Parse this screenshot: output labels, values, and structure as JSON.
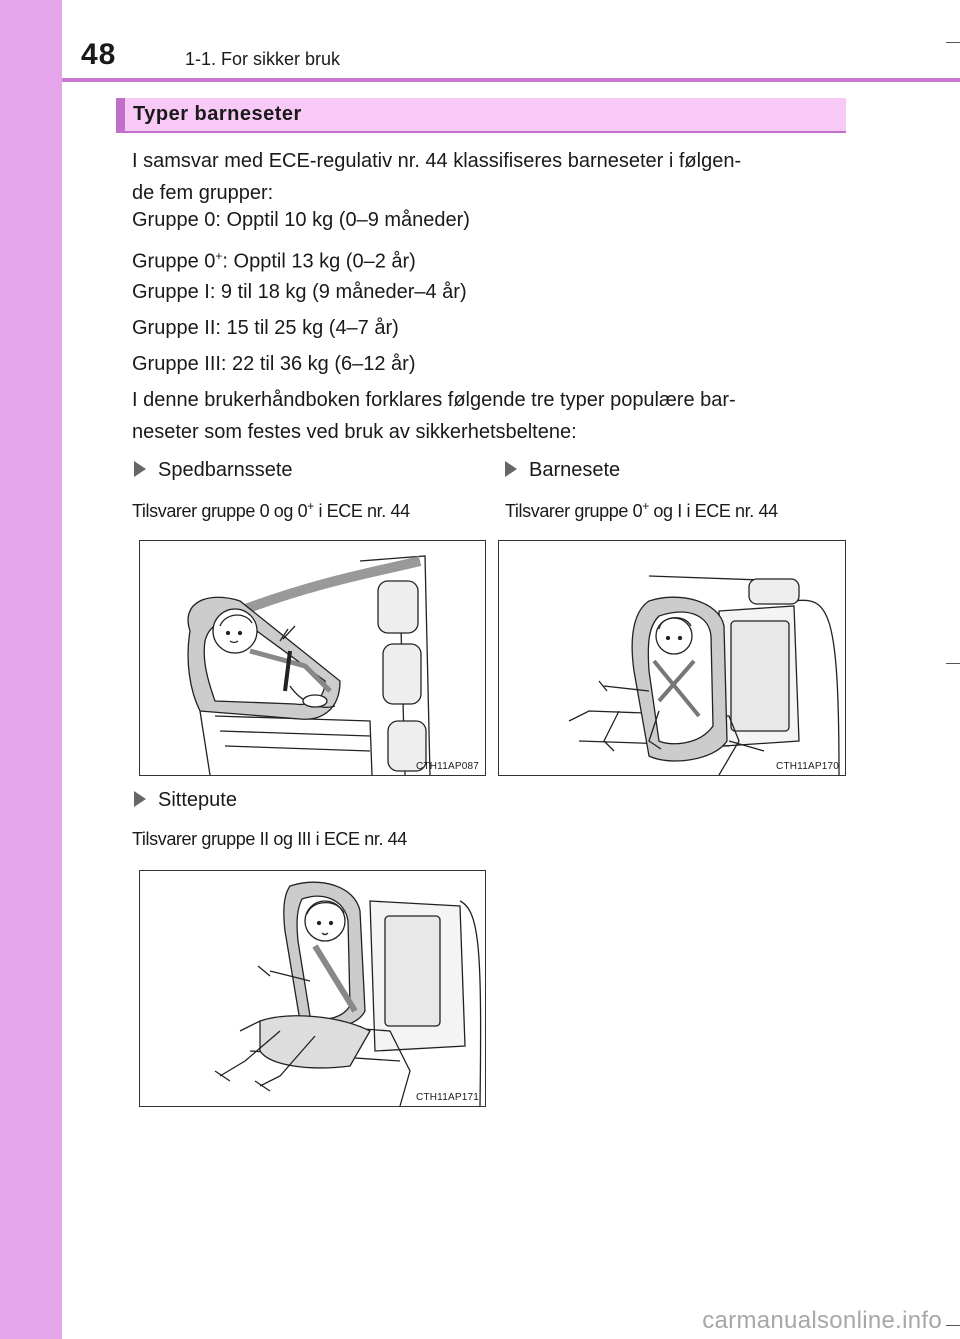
{
  "header": {
    "page_number": "48",
    "chapter": "1-1. For sikker bruk"
  },
  "section": {
    "title": "Typer barneseter"
  },
  "intro": {
    "line1": "I samsvar med ECE-regulativ nr. 44 klassifiseres barneseter i følgen-",
    "line2": "de fem grupper:"
  },
  "groups": {
    "g0": "Gruppe 0: Opptil 10 kg (0–9 måneder)",
    "g0plus_a": "Gruppe 0",
    "g0plus_sup": "+",
    "g0plus_b": ": Opptil 13 kg (0–2 år)",
    "g1": "Gruppe I: 9 til 18 kg (9 måneder–4 år)",
    "g2": "Gruppe II: 15 til 25 kg (4–7 år)",
    "g3": "Gruppe III: 22 til 36 kg (6–12 år)"
  },
  "explain": {
    "line1": "I denne brukerhåndboken forklares følgende tre typer populære bar-",
    "line2": "neseter som festes ved bruk av sikkerhetsbeltene:"
  },
  "seats": [
    {
      "label": "Spedbarnssete",
      "caption_a": "Tilsvarer gruppe 0 og 0",
      "caption_sup": "+",
      "caption_b": " i ECE nr. 44",
      "code": "CTH11AP087"
    },
    {
      "label": "Barnesete",
      "caption_a": "Tilsvarer gruppe 0",
      "caption_sup": "+",
      "caption_b": " og I i ECE nr. 44",
      "code": "CTH11AP170"
    },
    {
      "label": "Sittepute",
      "caption_a": "Tilsvarer gruppe II og III i ECE nr. 44",
      "caption_sup": "",
      "caption_b": "",
      "code": "CTH11AP171"
    }
  ],
  "icons": {
    "bullet": "triangle-right-icon"
  },
  "colors": {
    "left_band": "#e6a6ec",
    "rule": "#c97ad0",
    "section_fill": "#f8c9f6"
  },
  "watermark": "carmanualsonline.info"
}
